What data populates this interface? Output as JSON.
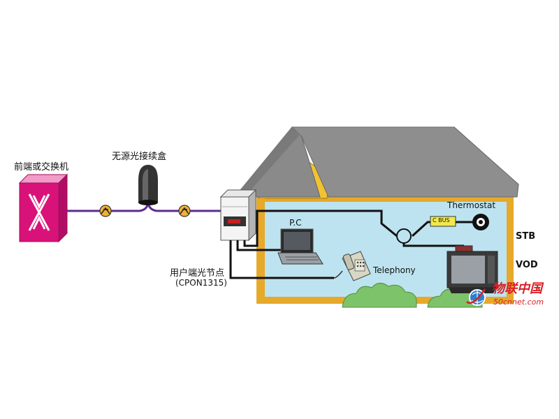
{
  "labels": {
    "head_end": "前端或交换机",
    "splice_box": "无源光接续盒",
    "onu_line1": "用户端光节点",
    "onu_line2": "(CPON1315)",
    "pc": "P.C",
    "thermostat": "Thermostat",
    "cbus": "C BUS",
    "stb": "STB",
    "vod": "VOD",
    "telephony": "Telephony"
  },
  "watermark": {
    "name_cn": "物联中国",
    "site": "50cnnet.com"
  },
  "colors": {
    "fiber": "#5b2c8f",
    "switch": "#d9127a",
    "roof": "#8a8a8a",
    "wall_fill": "#bde3f0",
    "wall_frame": "#e6a92a",
    "gable": "#f2c230",
    "bush": "#7cc36a",
    "brand_red": "#d81f26"
  },
  "icons": [
    "switch-icon",
    "splice-box-icon",
    "fiber-connector-icon",
    "onu-icon",
    "laptop-icon",
    "phone-icon",
    "tv-icon",
    "thermostat-icon",
    "globe-icon"
  ]
}
